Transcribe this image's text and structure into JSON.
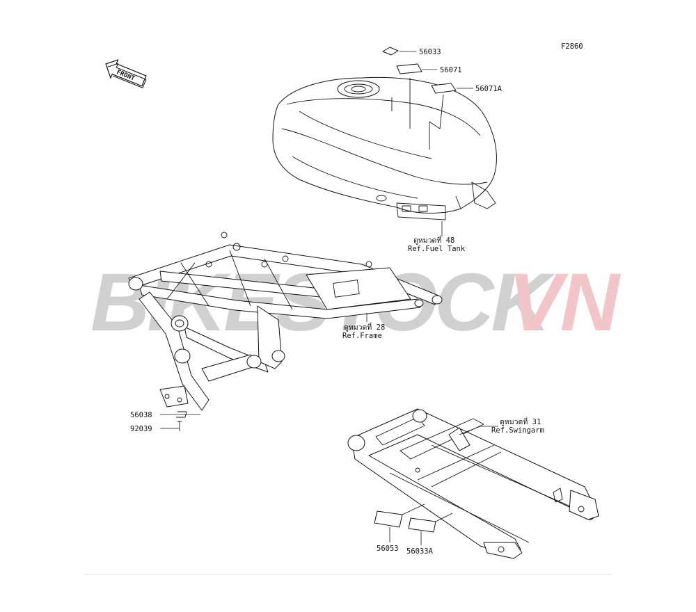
{
  "figure_code": "F2860",
  "front_arrow_label": "FRONT",
  "watermark": {
    "left": "BIKESTOCK",
    "right": "VN",
    "left_color": "#d0d0d0",
    "right_color": "#f2c6c8"
  },
  "parts": {
    "p56033": "56033",
    "p56071": "56071",
    "p56071A": "56071A",
    "p56038": "56038",
    "p92039": "92039",
    "p56053": "56053",
    "p56033A": "56033A"
  },
  "refs": {
    "fuel_tank": {
      "line1": "ดูหมวดที่ 48",
      "line2": "Ref.Fuel Tank"
    },
    "frame": {
      "line1": "ดูหมวดที่ 28",
      "line2": "Ref.Frame"
    },
    "swingarm": {
      "line1": "ดูหมวดที่ 31",
      "line2": "Ref.Swingarm"
    }
  }
}
